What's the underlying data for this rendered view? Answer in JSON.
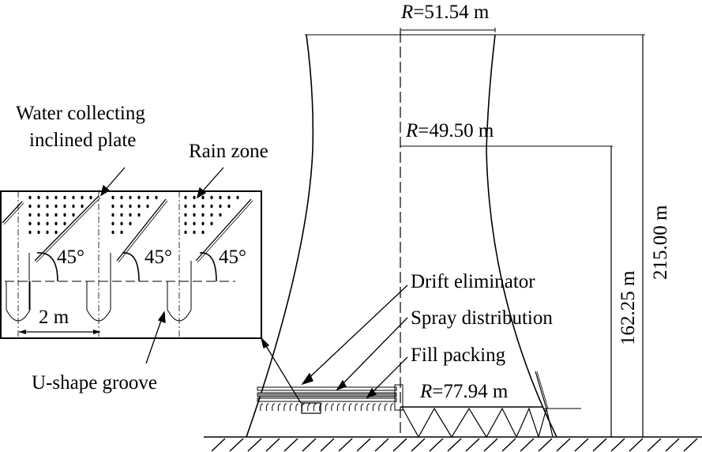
{
  "title": "Cooling tower cross-section with water collecting devices",
  "labels": {
    "water_collecting_line1": "Water collecting",
    "water_collecting_line2": "inclined plate",
    "rain_zone": "Rain zone",
    "u_shape_groove": "U-shape groove",
    "drift_eliminator": "Drift eliminator",
    "spray_distribution": "Spray distribution",
    "fill_packing": "Fill packing",
    "angle_1": "45°",
    "angle_2": "45°",
    "angle_3": "45°",
    "spacing": "2 m"
  },
  "dimensions": {
    "r_symbol": "R",
    "top_radius": "=51.54 m",
    "throat_radius": "=49.50 m",
    "base_radius": "=77.94 m",
    "throat_height": "162.25 m",
    "total_height": "215.00 m"
  },
  "colors": {
    "line": "#000000",
    "background": "#ffffff",
    "hatch": "#555555"
  }
}
